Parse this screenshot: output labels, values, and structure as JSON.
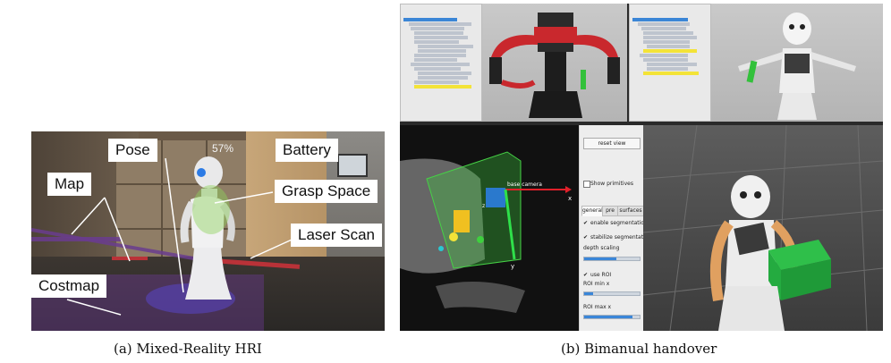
{
  "panel_a": {
    "labels": {
      "pose": "Pose",
      "battery": "Battery",
      "map": "Map",
      "grasp_space": "Grasp Space",
      "laser_scan": "Laser Scan",
      "costmap": "Costmap"
    },
    "battery_percent": "57%",
    "caption": "(a)  Mixed-Reality HRI"
  },
  "panel_b": {
    "reset_view": "reset view",
    "show_primitives": "Show primitives",
    "tabs": [
      "general",
      "pre",
      "surfaces"
    ],
    "enable_segmentation": "enable segmentation",
    "stabilize_segmentation": "stabilize segmentation",
    "depth_scaling": "depth scaling",
    "use_roi": "use ROI",
    "roi_min_x": "ROI min x",
    "roi_max_x": "ROI max x",
    "axis_x": "x",
    "axis_y": "y",
    "axis_z": "z",
    "camera_frame": "base camera",
    "caption": "(b)  Bimanual handover"
  },
  "colors": {
    "label_bg": "#ffffff",
    "laser": "#c8323a",
    "map": "#6a3c8e",
    "costmap": "#5a46c8",
    "grasp": "#8fd35a",
    "highlight_box": "#22b14c"
  }
}
